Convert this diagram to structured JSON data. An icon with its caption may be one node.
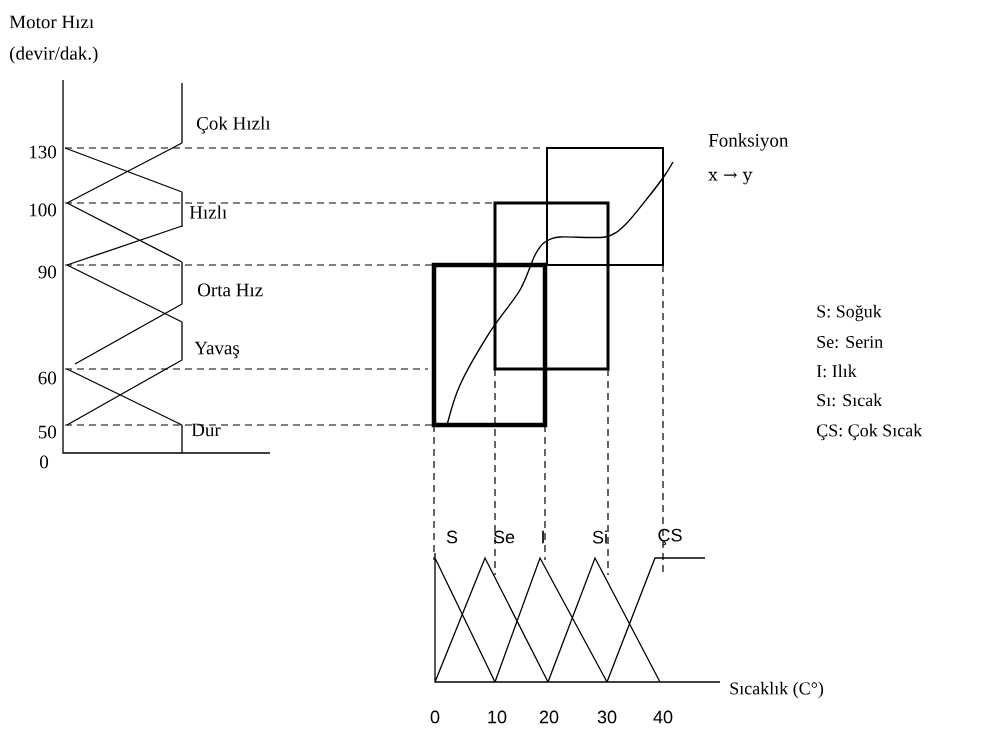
{
  "diagram": {
    "labels": [
      "Motor Hızı",
      "(devir/dak.)",
      "Çok Hızlı",
      "130",
      "Fonksiyon",
      "x → y",
      "100",
      "Hızlı",
      "90",
      "Orta Hız",
      "Yavaş",
      "S: Soğuk",
      "Se: Serin",
      "I: Ilık",
      "Sı: Sıcak",
      "60",
      "50",
      "Dur",
      "ÇS: Çok Sıcak",
      "0",
      "S",
      "Se",
      "I",
      "Si",
      "ÇS",
      "Sıcaklık (C°)",
      "0",
      "10",
      "20",
      "30",
      "40"
    ]
  }
}
